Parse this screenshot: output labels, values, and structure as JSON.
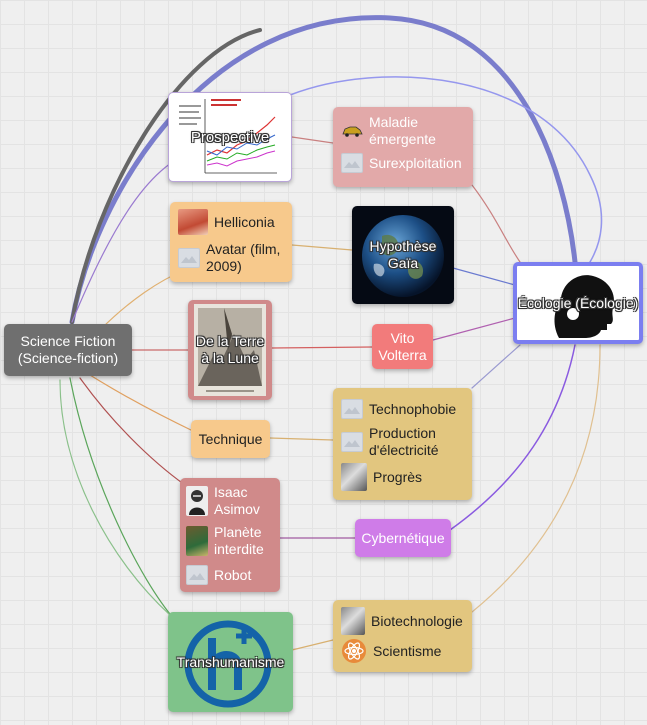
{
  "colors": {
    "background": "#efefef",
    "science_fiction": "#6f6f6f",
    "ecologie_border": "#7b7ef0",
    "pink": "#e2a9a9",
    "orange": "#f7c98c",
    "gold": "#e2c67f",
    "red": "#f27b7b",
    "purple": "#cf7ce8",
    "green": "#7fc38a"
  },
  "nodes": {
    "science_fiction": {
      "label": "Science Fiction (Science-fiction)"
    },
    "ecologie": {
      "label": "Écologie (Écologie)",
      "icon": "profile-silhouette-icon"
    },
    "prospective": {
      "label": "Prospective",
      "icon": "climate-graph-thumbnail"
    },
    "maladie_group": {
      "items": [
        {
          "label": "Maladie émergente",
          "icon": "car-icon"
        },
        {
          "label": "Surexploitation",
          "icon": "image-placeholder-icon"
        }
      ]
    },
    "helliconia_group": {
      "items": [
        {
          "label": "Helliconia",
          "icon": "book-cover-icon"
        },
        {
          "label": "Avatar (film, 2009)",
          "icon": "image-placeholder-icon"
        }
      ]
    },
    "gaia": {
      "label": "Hypothèse Gaïa",
      "icon": "earth-globe-icon"
    },
    "terre_lune": {
      "label": "De la Terre à la Lune",
      "icon": "engraving-thumbnail"
    },
    "volterra": {
      "label": "Vito Volterra"
    },
    "technique": {
      "label": "Technique"
    },
    "techno_group": {
      "items": [
        {
          "label": "Technophobie",
          "icon": "image-placeholder-icon"
        },
        {
          "label": "Production d'électricité",
          "icon": "image-placeholder-icon"
        },
        {
          "label": "Progrès",
          "icon": "photo-icon"
        }
      ]
    },
    "asimov_group": {
      "items": [
        {
          "label": "Isaac Asimov",
          "icon": "portrait-icon"
        },
        {
          "label": "Planète interdite",
          "icon": "poster-icon"
        },
        {
          "label": "Robot",
          "icon": "image-placeholder-icon"
        }
      ]
    },
    "cybernetique": {
      "label": "Cybernétique"
    },
    "transhumanisme": {
      "label": "Transhumanisme",
      "icon": "h-plus-logo"
    },
    "biotech_group": {
      "items": [
        {
          "label": "Biotechnologie",
          "icon": "photo-icon"
        },
        {
          "label": "Scientisme",
          "icon": "atom-icon"
        }
      ]
    }
  }
}
